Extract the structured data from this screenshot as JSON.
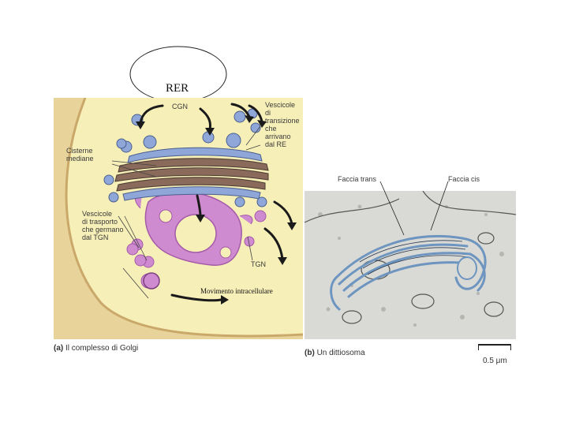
{
  "title_box": {
    "label": "RER"
  },
  "panel_a": {
    "labels": {
      "cgn": "CGN",
      "vescicole_transizione": [
        "Vescicole",
        "di",
        "transizione",
        "che",
        "arrivano",
        "dal RE"
      ],
      "cisterne_mediane": [
        "Cisterne",
        "mediane"
      ],
      "vescicole_trasporto": [
        "Vescicole",
        "di trasporto",
        "che germano",
        "dal TGN"
      ],
      "tgn": "TGN"
    },
    "movement_label": "Movimento intracellulare",
    "caption_letter": "(a)",
    "caption": "Il complesso di Golgi"
  },
  "panel_b": {
    "label_trans": "Faccia trans",
    "label_cis": "Faccia cis",
    "caption_letter": "(b)",
    "caption": "Un dittiosoma",
    "scale_bar": "0.5 μm"
  },
  "colors": {
    "cytoplasm": "#f6efb8",
    "cisterna_blue": "#8fa7d8",
    "tgn_pink": "#cf8bd0",
    "micrograph_bg": "#d9d9d5",
    "arrow": "#1a1a1a"
  }
}
